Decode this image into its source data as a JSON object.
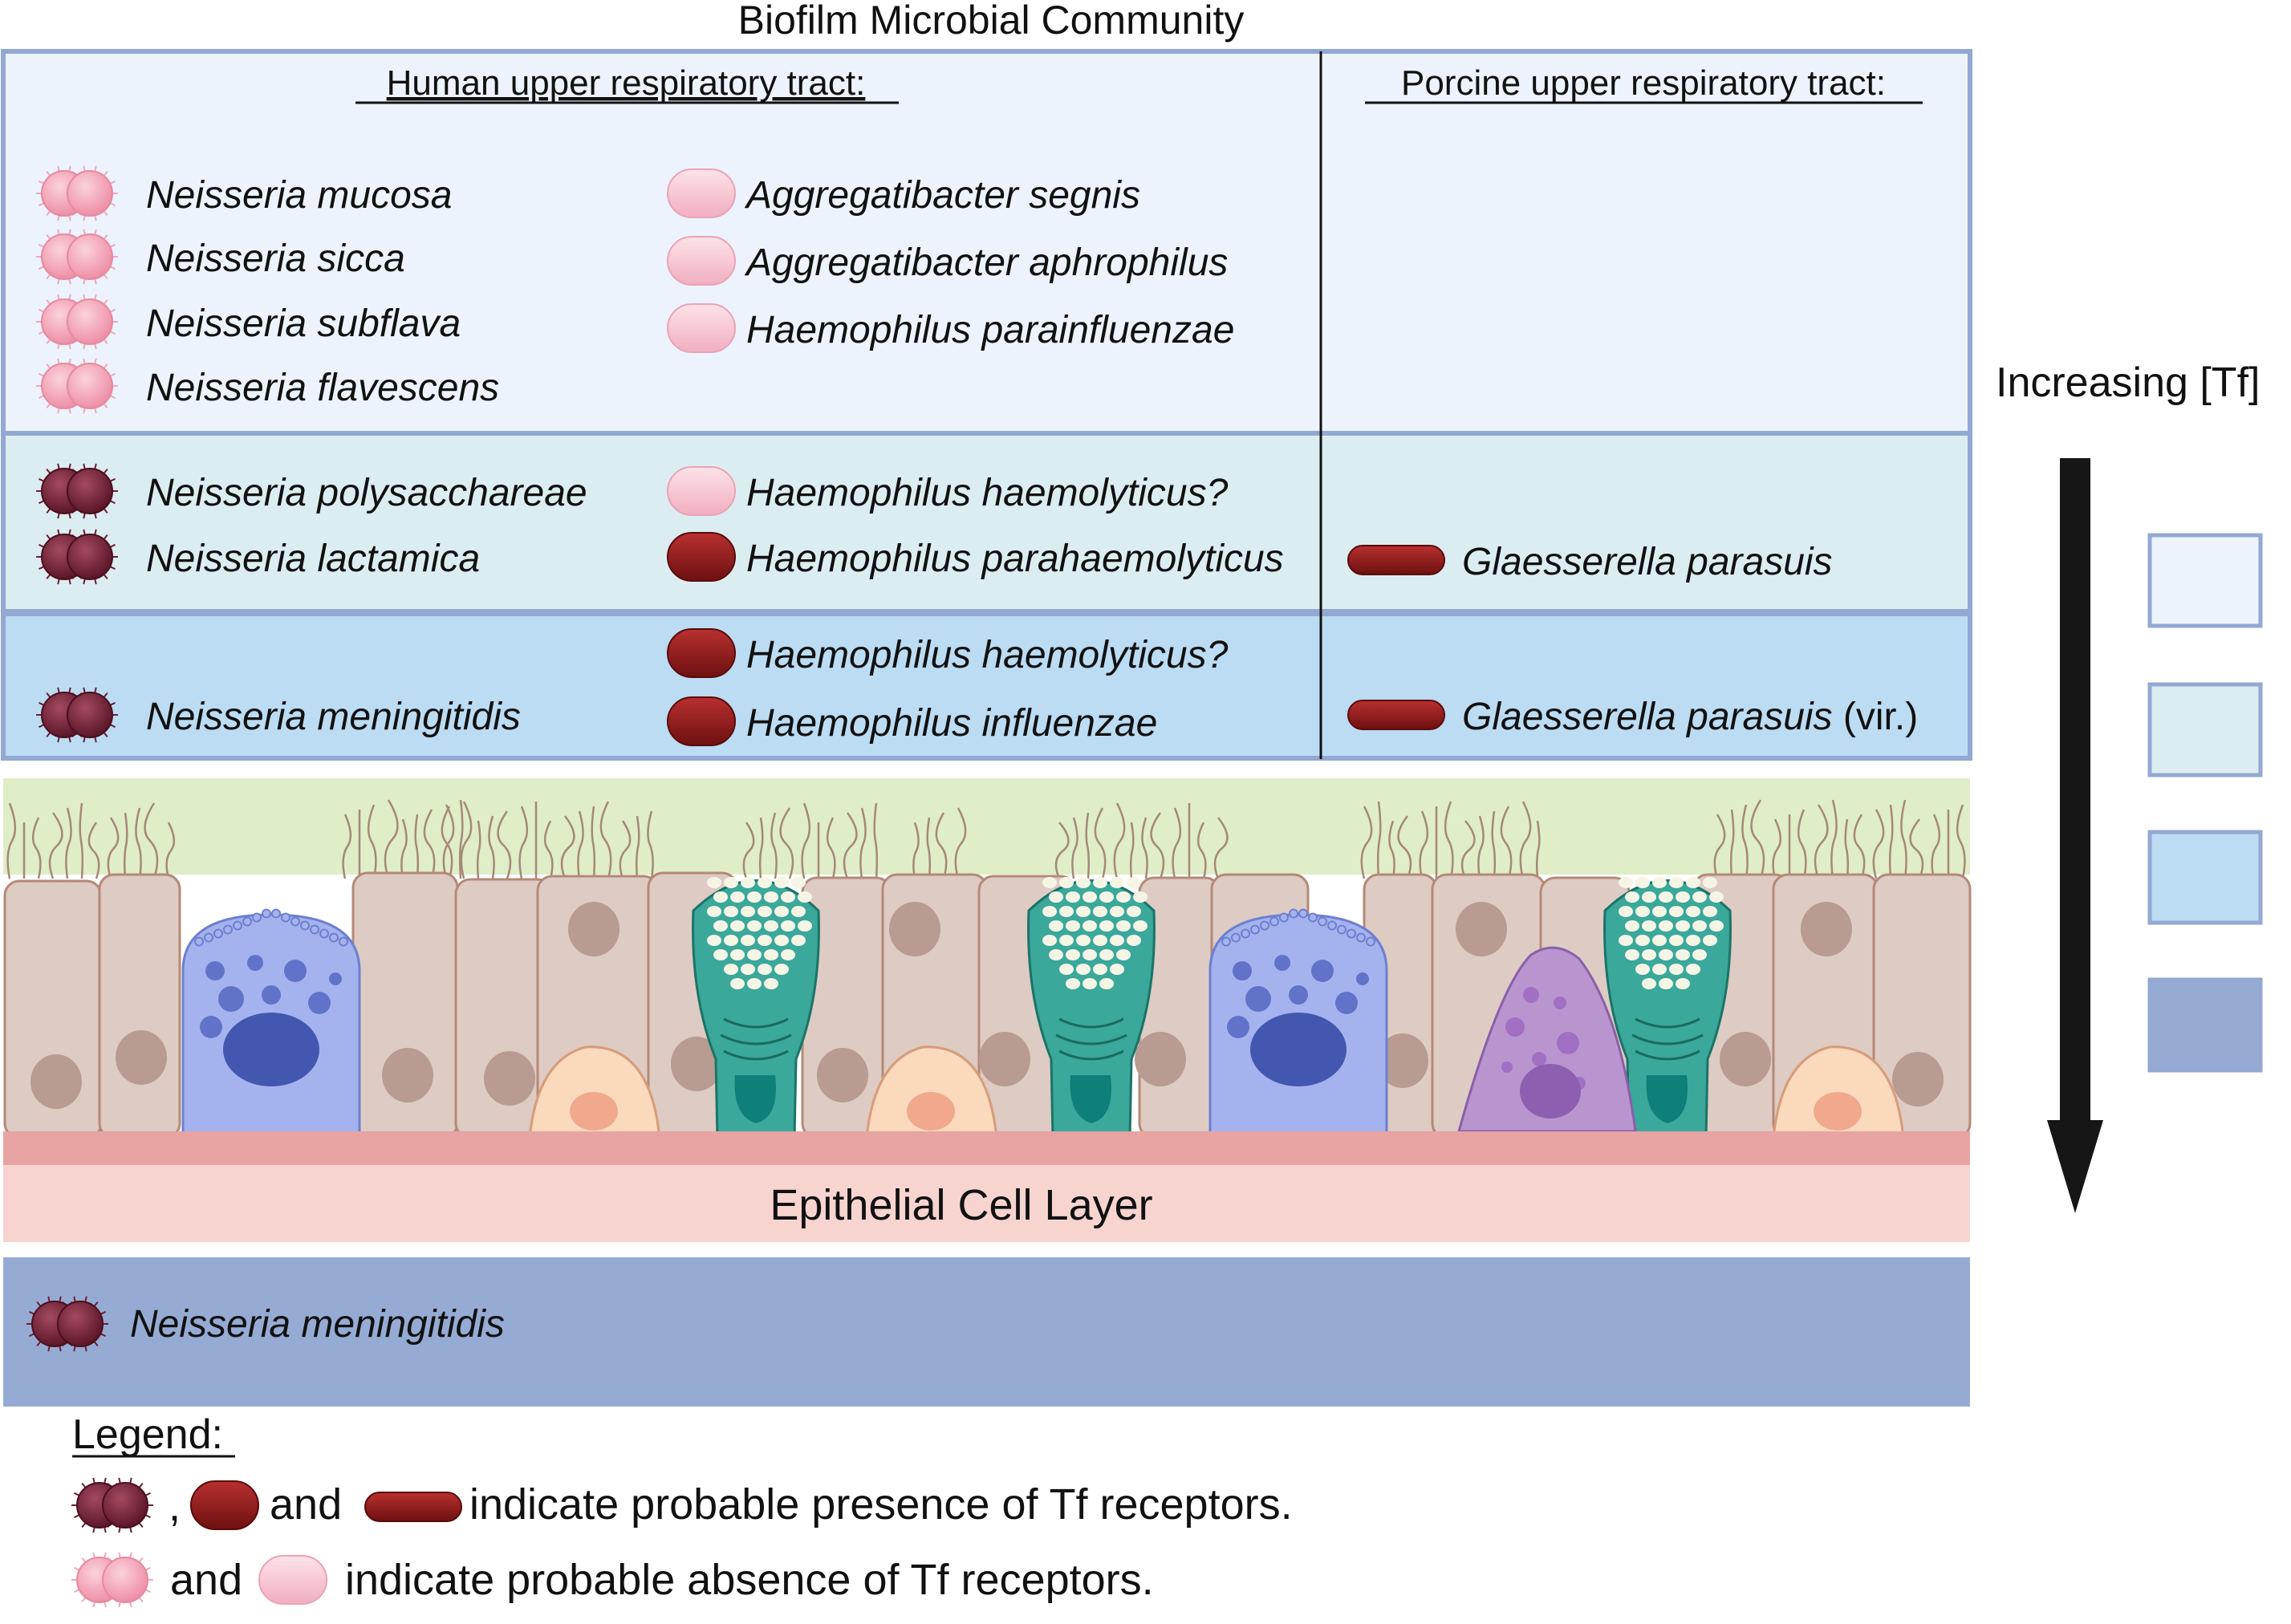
{
  "title": "Biofilm Microbial Community",
  "columns": {
    "human": "Human upper respiratory tract:",
    "porcine": "Porcine upper respiratory tract:"
  },
  "tiers": [
    {
      "human_neisseria": [
        {
          "name": "Neisseria mucosa",
          "tf_receptor": false
        },
        {
          "name": "Neisseria sicca",
          "tf_receptor": false
        },
        {
          "name": "Neisseria subflava",
          "tf_receptor": false
        },
        {
          "name": "Neisseria flavescens",
          "tf_receptor": false
        }
      ],
      "human_other": [
        {
          "name": "Aggregatibacter segnis",
          "tf_receptor": false
        },
        {
          "name": "Aggregatibacter aphrophilus",
          "tf_receptor": false
        },
        {
          "name": "Haemophilus parainfluenzae",
          "tf_receptor": false
        }
      ],
      "porcine": []
    },
    {
      "human_neisseria": [
        {
          "name": "Neisseria polysacchareae",
          "tf_receptor": true
        },
        {
          "name": "Neisseria lactamica",
          "tf_receptor": true
        }
      ],
      "human_other": [
        {
          "name": "Haemophilus haemolyticus?",
          "tf_receptor": false
        },
        {
          "name": "Haemophilus parahaemolyticus",
          "tf_receptor": true
        }
      ],
      "porcine": [
        {
          "name": "Glaesserella parasuis",
          "suffix": "",
          "tf_receptor": true
        }
      ]
    },
    {
      "human_neisseria": [
        {
          "name": "Neisseria meningitidis",
          "tf_receptor": true
        }
      ],
      "human_other": [
        {
          "name": "Haemophilus haemolyticus?",
          "tf_receptor": true
        },
        {
          "name": "Haemophilus influenzae",
          "tf_receptor": true
        }
      ],
      "porcine": [
        {
          "name": "Glaesserella parasuis",
          "suffix": " (vir.)",
          "tf_receptor": true
        }
      ]
    }
  ],
  "epithelial_label": "Epithelial Cell Layer",
  "systemic": {
    "name": "Neisseria meningitidis",
    "tf_receptor": true
  },
  "gradient_label": "Increasing [Tf]",
  "gradient_swatches": [
    "#ecf3fc",
    "#dcedf2",
    "#bbdcf3",
    "#96abd4"
  ],
  "legend": {
    "title": "Legend:",
    "comma": ",",
    "and1": "and",
    "presence_text": "indicate probable presence of Tf receptors.",
    "and2": "and",
    "absence_text": "indicate probable absence of Tf receptors."
  },
  "colors": {
    "tier1": "#ecf3fc",
    "tier2": "#dcedf2",
    "tier3": "#bbdcf3",
    "systemic": "#96abd4",
    "border": "#93a8d2",
    "tf_positive": "#7a2335",
    "tf_negative": "#f2a7bb",
    "rod_positive": "#8b1a1a",
    "rod_negative": "#f7c5d0",
    "mucus": "#dfeec6",
    "basement": "#e8a3a3",
    "epithelial_band": "#f7d4cf"
  }
}
